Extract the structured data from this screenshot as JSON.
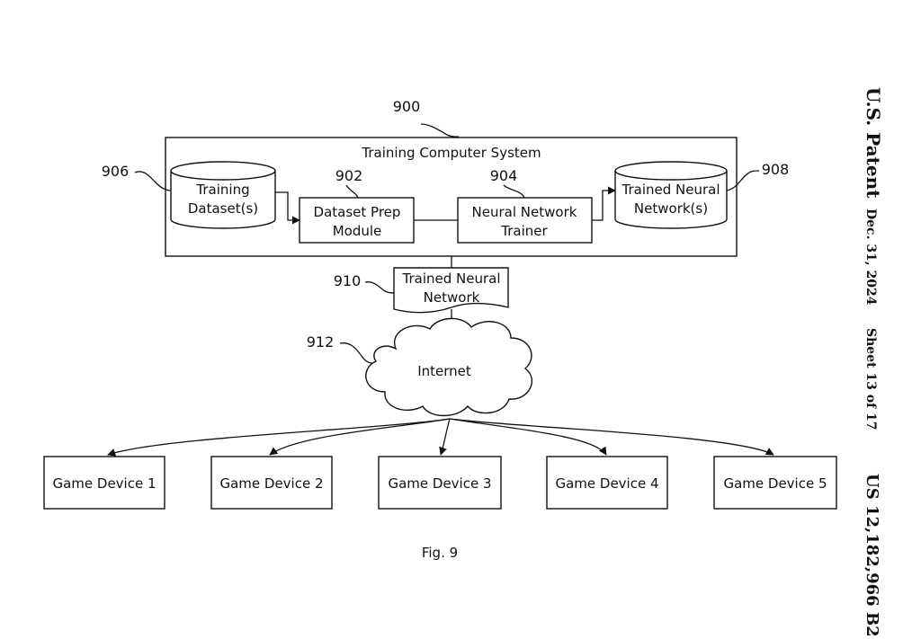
{
  "header": {
    "patent_title": "U.S. Patent",
    "date": "Dec. 31, 2024",
    "sheet": "Sheet 13 of 17",
    "patent_number": "US 12,182,966 B2"
  },
  "diagram": {
    "ref_system": "900",
    "system_title": "Training Computer System",
    "training_dataset": {
      "ref": "906",
      "line1": "Training",
      "line2": "Dataset(s)"
    },
    "dataset_prep": {
      "ref": "902",
      "line1": "Dataset Prep",
      "line2": "Module"
    },
    "nn_trainer": {
      "ref": "904",
      "line1": "Neural Network",
      "line2": "Trainer"
    },
    "trained_nn_store": {
      "ref": "908",
      "line1": "Trained Neural",
      "line2": "Network(s)"
    },
    "trained_nn_doc": {
      "ref": "910",
      "line1": "Trained Neural",
      "line2": "Network"
    },
    "internet": {
      "ref": "912",
      "label": "Internet"
    },
    "devices": [
      "Game Device 1",
      "Game Device 2",
      "Game Device 3",
      "Game Device 4",
      "Game Device 5"
    ],
    "caption": "Fig. 9"
  },
  "colors": {
    "ink": "#111111",
    "background": "#ffffff"
  }
}
